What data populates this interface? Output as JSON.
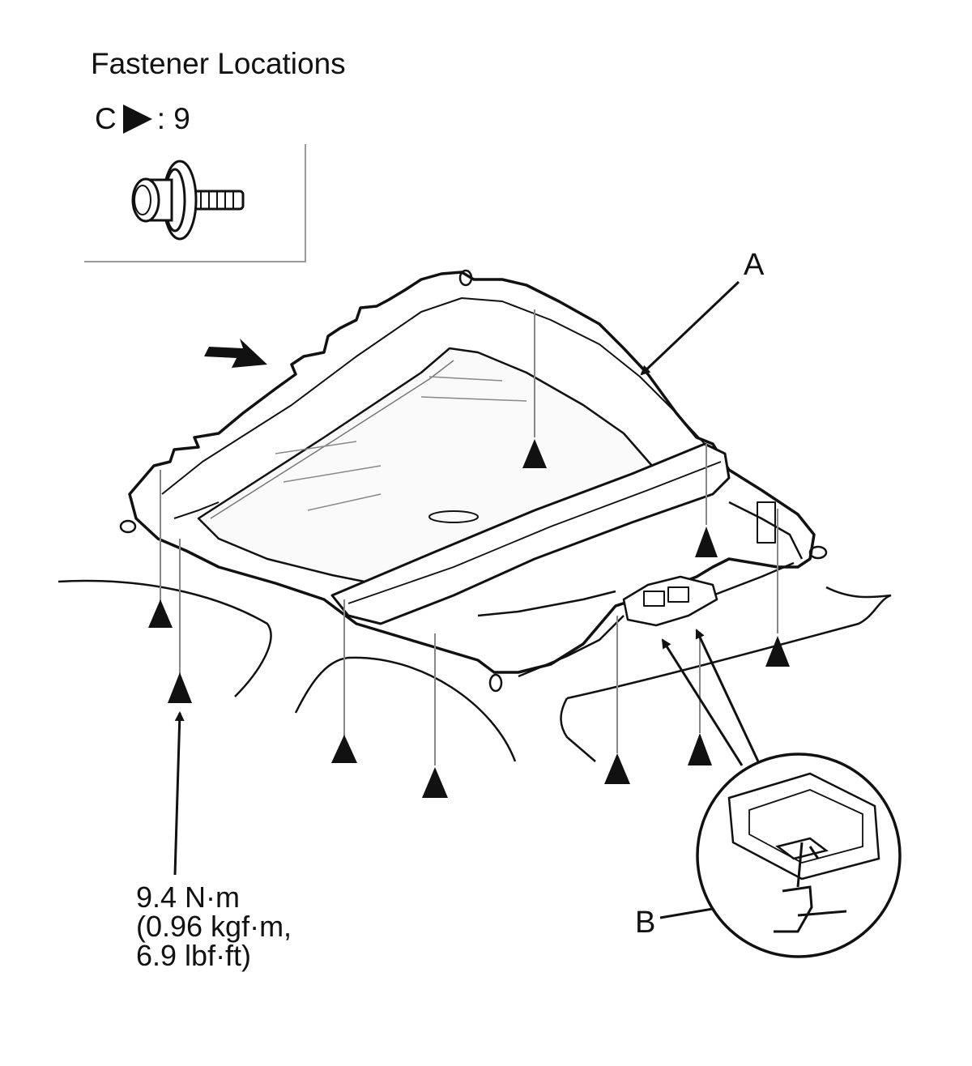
{
  "title": "Fastener Locations",
  "legend": {
    "symbol": "C",
    "separator": ":",
    "count": "9",
    "icon": "flange-bolt-icon",
    "marker_icon": "triangle-marker-icon"
  },
  "callouts": {
    "a": "A",
    "b": "B"
  },
  "torque": {
    "line1": "9.4 N·m",
    "line2": "(0.96 kgf·m,",
    "line3": "6.9 lbf·ft)"
  },
  "fastener_count": 9
}
